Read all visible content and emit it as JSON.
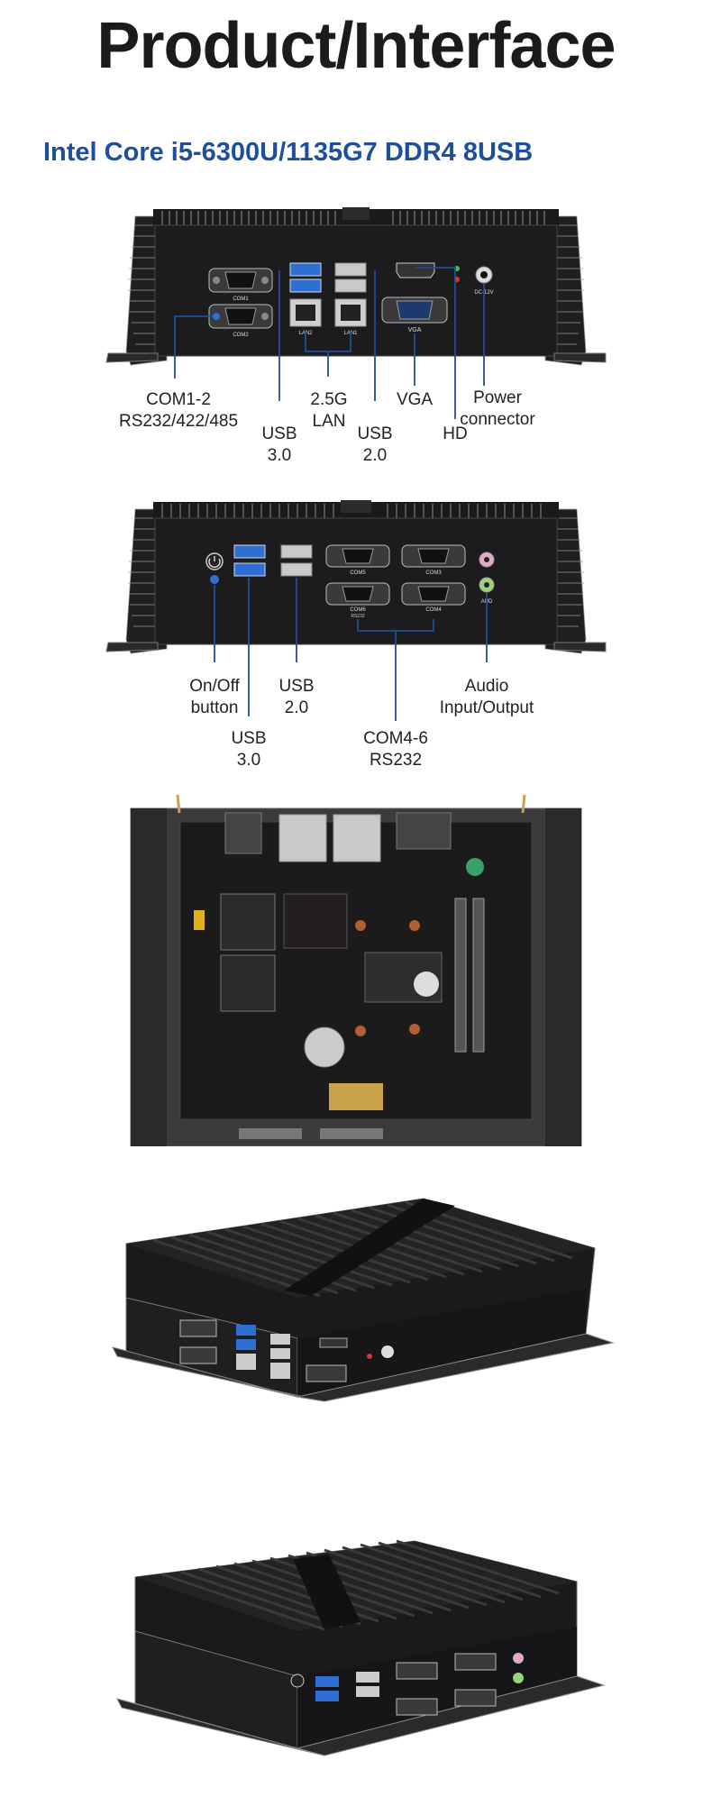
{
  "page": {
    "title": "Product/Interface",
    "subtitle": "Intel Core i5-6300U/1135G7 DDR4 8USB"
  },
  "front_panel": {
    "port_prints": {
      "com1": "COM1",
      "com2": "COM2",
      "lan2": "LAN2",
      "lan1": "LAN1",
      "vga": "VGA",
      "dc": "DC-12V"
    },
    "callouts": {
      "com": [
        "COM1-2",
        "RS232/422/485"
      ],
      "usb30": [
        "USB",
        "3.0"
      ],
      "lan": [
        "2.5G",
        "LAN"
      ],
      "usb20": [
        "USB",
        "2.0"
      ],
      "vga": [
        "VGA"
      ],
      "hd": [
        "HD"
      ],
      "power": [
        "Power",
        "connector"
      ]
    }
  },
  "rear_panel": {
    "port_prints": {
      "com5": "COM5",
      "com3": "COM3",
      "com6": "COM6",
      "com4": "COM4",
      "rs232": "RS232",
      "aud": "AUD"
    },
    "callouts": {
      "onoff": [
        "On/Off",
        "button"
      ],
      "usb20": [
        "USB",
        "2.0"
      ],
      "usb30": [
        "USB",
        "3.0"
      ],
      "com": [
        "COM4-6",
        "RS232"
      ],
      "audio": [
        "Audio",
        "Input/Output"
      ]
    }
  },
  "colors": {
    "title": "#1b1b1b",
    "subtitle": "#1d4f9c",
    "callout_line": "#1d4f9c",
    "chassis": "#1c1c1e",
    "usb3_blue": "#2f6fd3"
  }
}
